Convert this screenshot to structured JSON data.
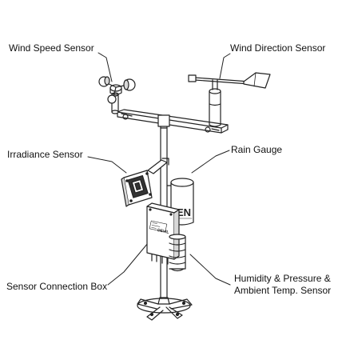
{
  "labels": {
    "wind_speed": "Wind Speed Sensor",
    "wind_direction": "Wind Direction Sensor",
    "irradiance": "Irradiance Sensor",
    "rain_gauge": "Rain Gauge",
    "sensor_box": "Sensor Connection Box",
    "humidity_line1": "Humidity & Pressure &",
    "humidity_line2": "Ambient Temp. Sensor"
  },
  "markings": {
    "gauge_logo": "EN",
    "box_logo": "DEVIL"
  },
  "colors": {
    "line": "#222222",
    "fill": "#ffffff",
    "shade": "#d8d8d8",
    "dark": "#333333"
  }
}
